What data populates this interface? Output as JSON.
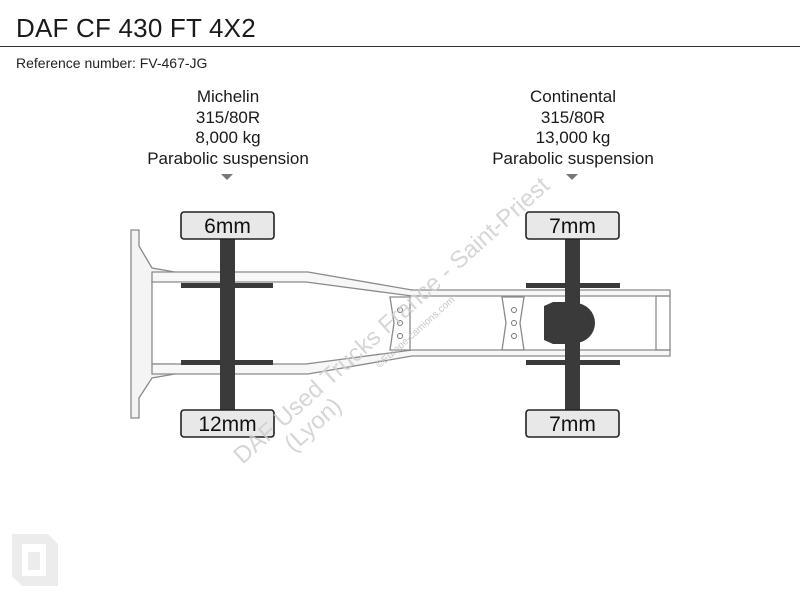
{
  "header": {
    "title": "DAF CF 430 FT 4X2",
    "reference": "Reference number: FV-467-JG"
  },
  "axles": [
    {
      "brand": "Michelin",
      "tyre_size": "315/80R",
      "load": "8,000 kg",
      "suspension": "Parabolic suspension",
      "top_tread": "6mm",
      "bottom_tread": "12mm"
    },
    {
      "brand": "Continental",
      "tyre_size": "315/80R",
      "load": "13,000 kg",
      "suspension": "Parabolic suspension",
      "top_tread": "7mm",
      "bottom_tread": "7mm"
    }
  ],
  "watermark": {
    "line1": "DAF Used Trucks France - Saint-Priest",
    "line2": "(Lyon)",
    "copyright": "©Europe-camions.com"
  },
  "colors": {
    "axle_dark": "#3a3a3a",
    "frame_stroke": "#8a8a8a",
    "box_fill": "#e8e8e8",
    "watermark": "#d4d4d4"
  }
}
